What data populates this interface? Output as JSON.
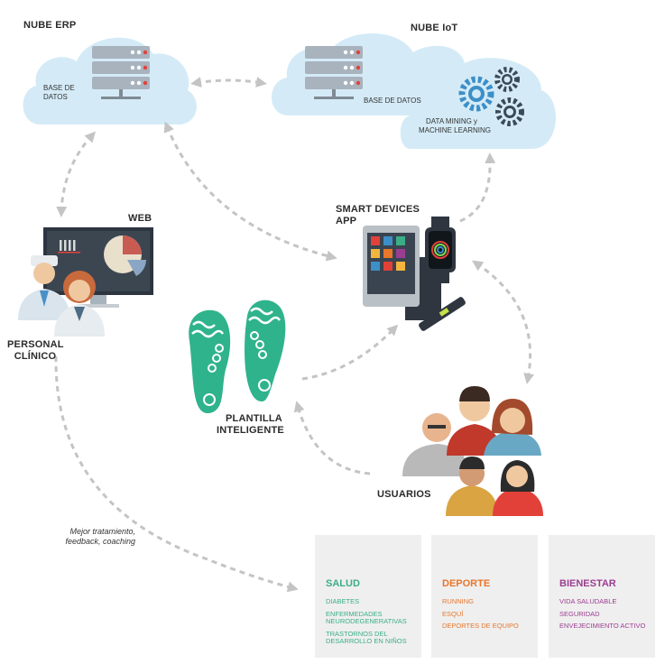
{
  "clouds": {
    "erp": {
      "title": "NUBE ERP",
      "db_label_line1": "BASE DE",
      "db_label_line2": "DATOS"
    },
    "iot": {
      "title": "NUBE IoT",
      "db_label": "BASE DE DATOS",
      "dm_line1": "DATA MINING y",
      "dm_line2": "MACHINE LEARNING"
    }
  },
  "nodes": {
    "web": "WEB",
    "personal_line1": "PERSONAL",
    "personal_line2": "CLÍNICO",
    "smart_line1": "SMART DEVICES",
    "smart_line2": "APP",
    "insole_line1": "PLANTILLA",
    "insole_line2": "INTELIGENTE",
    "users": "USUARIOS"
  },
  "note": {
    "line1": "Mejor tratamiento,",
    "line2": "feedback, coaching"
  },
  "cards": [
    {
      "title": "SALUD",
      "color": "#3bae88",
      "items": [
        "DIABETES",
        "ENFERMEDADES NEURODEGENERATIVAS",
        "TRASTORNOS DEL DESARROLLO EN NIÑOS"
      ]
    },
    {
      "title": "DEPORTE",
      "color": "#e8762b",
      "items": [
        "RUNNING",
        "ESQUÍ",
        "DEPORTES DE EQUIPO"
      ]
    },
    {
      "title": "BIENESTAR",
      "color": "#9b3d91",
      "items": [
        "VIDA SALUDABLE",
        "SEGURIDAD",
        "ENVEJECIMIENTO ACTIVO"
      ]
    }
  ],
  "colors": {
    "cloud": "#d4ebf7",
    "teal": "#2fb38c",
    "server": "#a9b3bd",
    "arrow": "#c4c4c4",
    "gear": "#3d8fc7"
  }
}
